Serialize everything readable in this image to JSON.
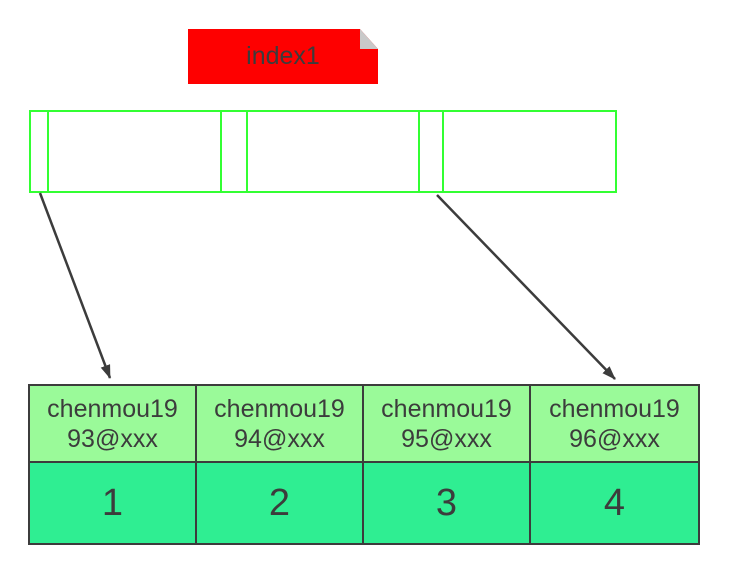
{
  "colors": {
    "tag-red": "#fe0000",
    "fold-gray": "#c9c9c9",
    "bar-green": "#33ff33",
    "header-green": "#9afa99",
    "value-green": "#2fee92",
    "ink": "#3c3c3c"
  },
  "tag": {
    "label": "index1"
  },
  "records_table": {
    "columns": [
      {
        "email_line1": "chenmou19",
        "email_line2": "93@xxx",
        "value": "1"
      },
      {
        "email_line1": "chenmou19",
        "email_line2": "94@xxx",
        "value": "2"
      },
      {
        "email_line1": "chenmou19",
        "email_line2": "95@xxx",
        "value": "3"
      },
      {
        "email_line1": "chenmou19",
        "email_line2": "96@xxx",
        "value": "4"
      }
    ]
  }
}
